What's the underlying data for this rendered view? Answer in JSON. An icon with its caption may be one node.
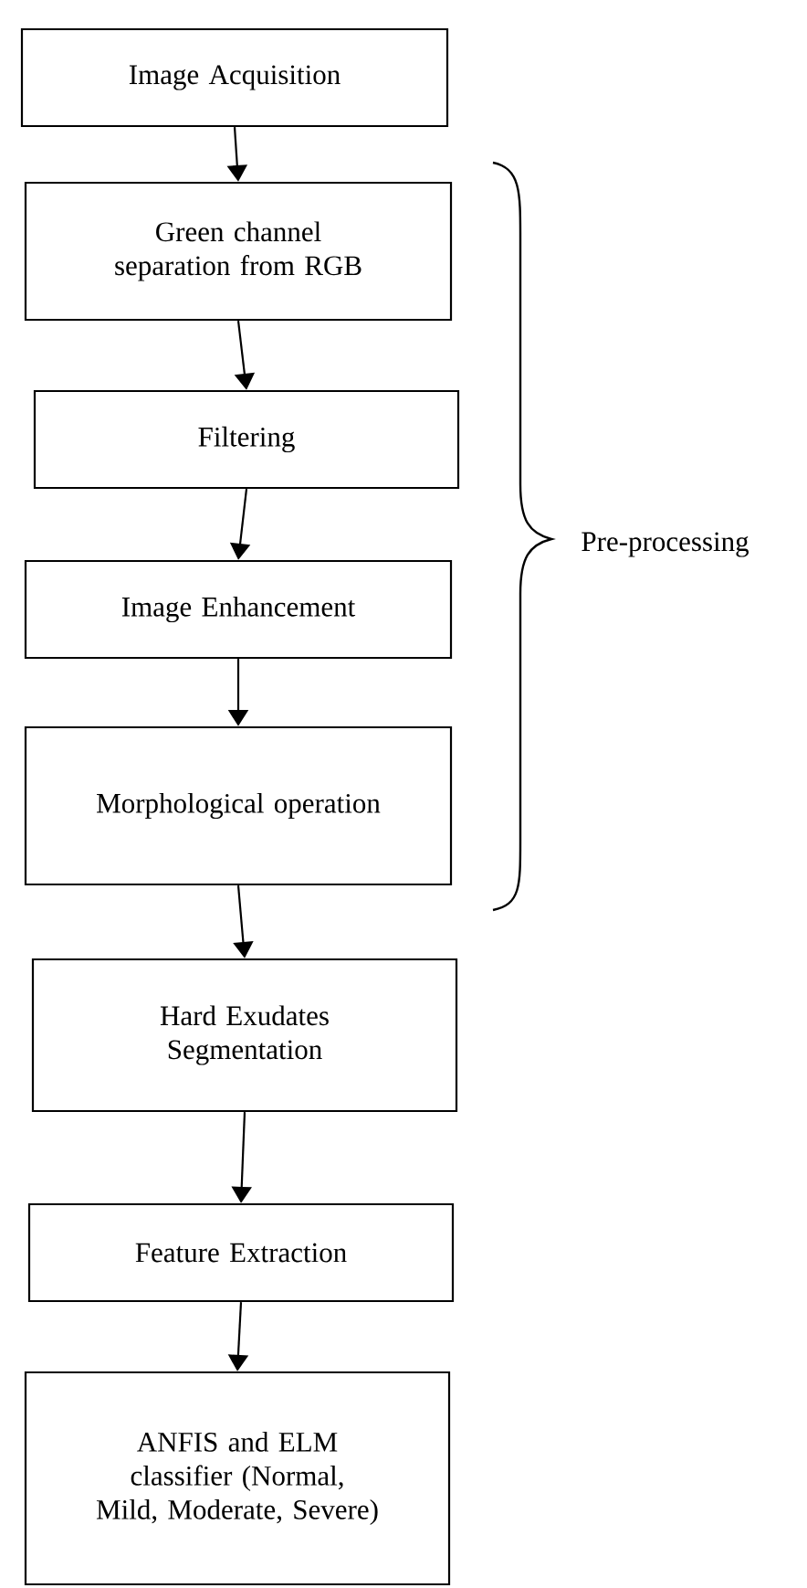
{
  "diagram": {
    "nodes": [
      {
        "text": [
          "Image Acquisition"
        ]
      },
      {
        "text": [
          "Green channel separation from RGB"
        ]
      },
      {
        "text": [
          "Filtering"
        ]
      },
      {
        "text": [
          "Image Enhancement"
        ]
      },
      {
        "text": [
          "Morphological operation"
        ]
      },
      {
        "text": [
          "Hard Exudates Segmentation"
        ]
      },
      {
        "text": [
          "Feature Extraction"
        ]
      },
      {
        "text": [
          "ANFIS and ELM classifier (Normal, Mild, Moderate, Severe)"
        ]
      }
    ],
    "edges": [
      {
        "from": 0,
        "to": 1,
        "arrow": "to"
      },
      {
        "from": 1,
        "to": 2,
        "arrow": "to"
      },
      {
        "from": 2,
        "to": 3,
        "arrow": "to"
      },
      {
        "from": 3,
        "to": 4,
        "arrow": "to"
      },
      {
        "from": 4,
        "to": 5,
        "arrow": "to"
      },
      {
        "from": 5,
        "to": 6,
        "arrow": "to"
      },
      {
        "from": 6,
        "to": 7,
        "arrow": "to"
      }
    ],
    "labels": [
      "Pre-processing"
    ]
  }
}
